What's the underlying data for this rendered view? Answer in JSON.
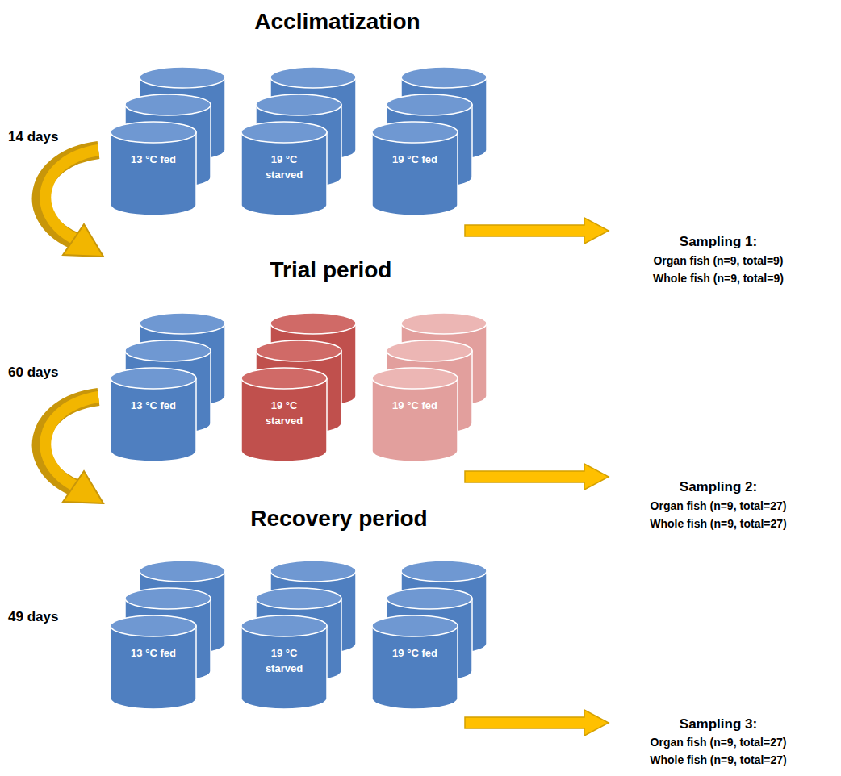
{
  "diagram": {
    "nodes": [
      {
        "text": [
          "13 °C fed"
        ]
      },
      {
        "text": [
          "19 °C starved"
        ]
      },
      {
        "text": [
          "19 °C fed"
        ]
      },
      {
        "text": [
          "13 °C fed"
        ]
      },
      {
        "text": [
          "19 °C starved"
        ]
      },
      {
        "text": [
          "19 °C fed"
        ]
      },
      {
        "text": [
          "13 °C fed"
        ]
      },
      {
        "text": [
          "19 °C starved"
        ]
      },
      {
        "text": [
          "19 °C fed"
        ]
      }
    ],
    "labels": [
      "Acclimatization",
      "14 days",
      "Sampling 1:",
      "Organ fish (n=9, total=9)",
      "Whole fish (n=9, total=9)",
      "Trial period",
      "60 days",
      "Sampling 2:",
      "Organ fish (n=9, total=27)",
      "Whole fish (n=9, total=27)",
      "Recovery period",
      "49 days",
      "Sampling 3:",
      "Organ fish (n=9, total=27)",
      "Whole fish (n=9, total=27)"
    ]
  }
}
